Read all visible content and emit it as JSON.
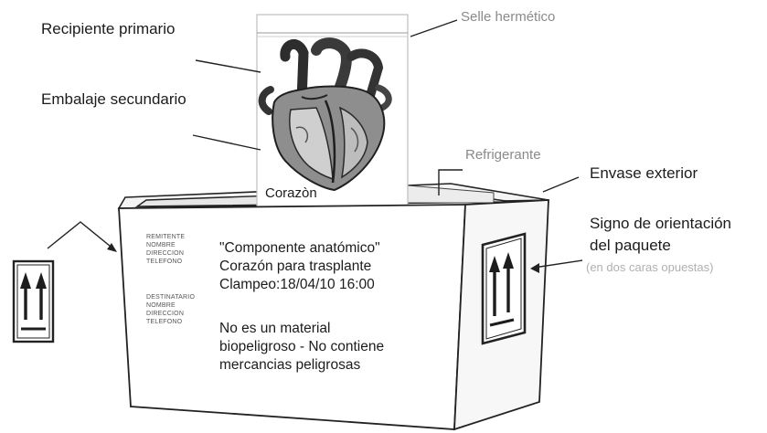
{
  "labels": {
    "primary": "Recipiente primario",
    "secondary": "Embalaje secundario",
    "seal": "Selle hermético",
    "refrigerant": "Refrigerante",
    "outer": "Envase exterior",
    "orientation_line1": "Signo de orientación",
    "orientation_line2": "del paquete",
    "orientation_note": "(en dos caras opuestas)"
  },
  "heart_caption": "Corazòn",
  "address_block": {
    "sender": [
      "REMITENTE",
      "NOMBRE",
      "DIRECCION",
      "TELEFONO"
    ],
    "recipient": [
      "DESTINATARIO",
      "NOMBRE",
      "DIRECCION",
      "TELEFONO"
    ]
  },
  "package_label": {
    "line1": "\"Componente anatómico\"",
    "line2": "Corazón para trasplante",
    "line3": "Clampeo:18/04/10 16:00",
    "line4": "No es un material",
    "line5": "biopeligroso - No contiene",
    "line6": "mercancias peligrosas"
  },
  "colors": {
    "ink": "#1e1e1e",
    "muted_label": "#8a8a8a",
    "orientation_note": "#b0b0b0"
  },
  "icons": [
    "heart-illustration",
    "orientation-arrows-icon"
  ]
}
